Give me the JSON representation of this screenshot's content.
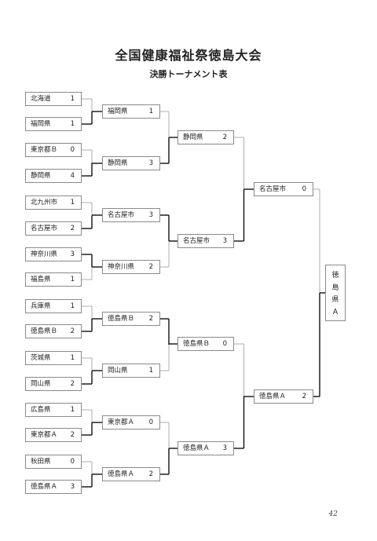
{
  "title": "全国健康福祉祭徳島大会",
  "subtitle": "決勝トーナメント表",
  "page_number": "42",
  "round1": [
    {
      "name": "北海道",
      "score": "1"
    },
    {
      "name": "福岡県",
      "score": "1"
    },
    {
      "name": "東京都Ｂ",
      "score": "0"
    },
    {
      "name": "静岡県",
      "score": "4"
    },
    {
      "name": "北九州市",
      "score": "1"
    },
    {
      "name": "名古屋市",
      "score": "2"
    },
    {
      "name": "神奈川県",
      "score": "3"
    },
    {
      "name": "福島県",
      "score": "1"
    },
    {
      "name": "兵庫県",
      "score": "1"
    },
    {
      "name": "徳島県Ｂ",
      "score": "2"
    },
    {
      "name": "茨城県",
      "score": "1"
    },
    {
      "name": "岡山県",
      "score": "2"
    },
    {
      "name": "広島県",
      "score": "1"
    },
    {
      "name": "東京都Ａ",
      "score": "2"
    },
    {
      "name": "秋田県",
      "score": "0"
    },
    {
      "name": "徳島県Ａ",
      "score": "3"
    }
  ],
  "round2": [
    {
      "name": "福岡県",
      "score": "1"
    },
    {
      "name": "静岡県",
      "score": "3"
    },
    {
      "name": "名古屋市",
      "score": "3"
    },
    {
      "name": "神奈川県",
      "score": "2"
    },
    {
      "name": "徳島県Ｂ",
      "score": "2"
    },
    {
      "name": "岡山県",
      "score": "1"
    },
    {
      "name": "東京都Ａ",
      "score": "0"
    },
    {
      "name": "徳島県Ａ",
      "score": "2"
    }
  ],
  "round3": [
    {
      "name": "静岡県",
      "score": "2"
    },
    {
      "name": "名古屋市",
      "score": "3"
    },
    {
      "name": "徳島県Ｂ",
      "score": "0"
    },
    {
      "name": "徳島県Ａ",
      "score": "3"
    }
  ],
  "round4": [
    {
      "name": "名古屋市",
      "score": "0"
    },
    {
      "name": "徳島県Ａ",
      "score": "2"
    }
  ],
  "champion": [
    "徳",
    "島",
    "県",
    "Ａ"
  ]
}
